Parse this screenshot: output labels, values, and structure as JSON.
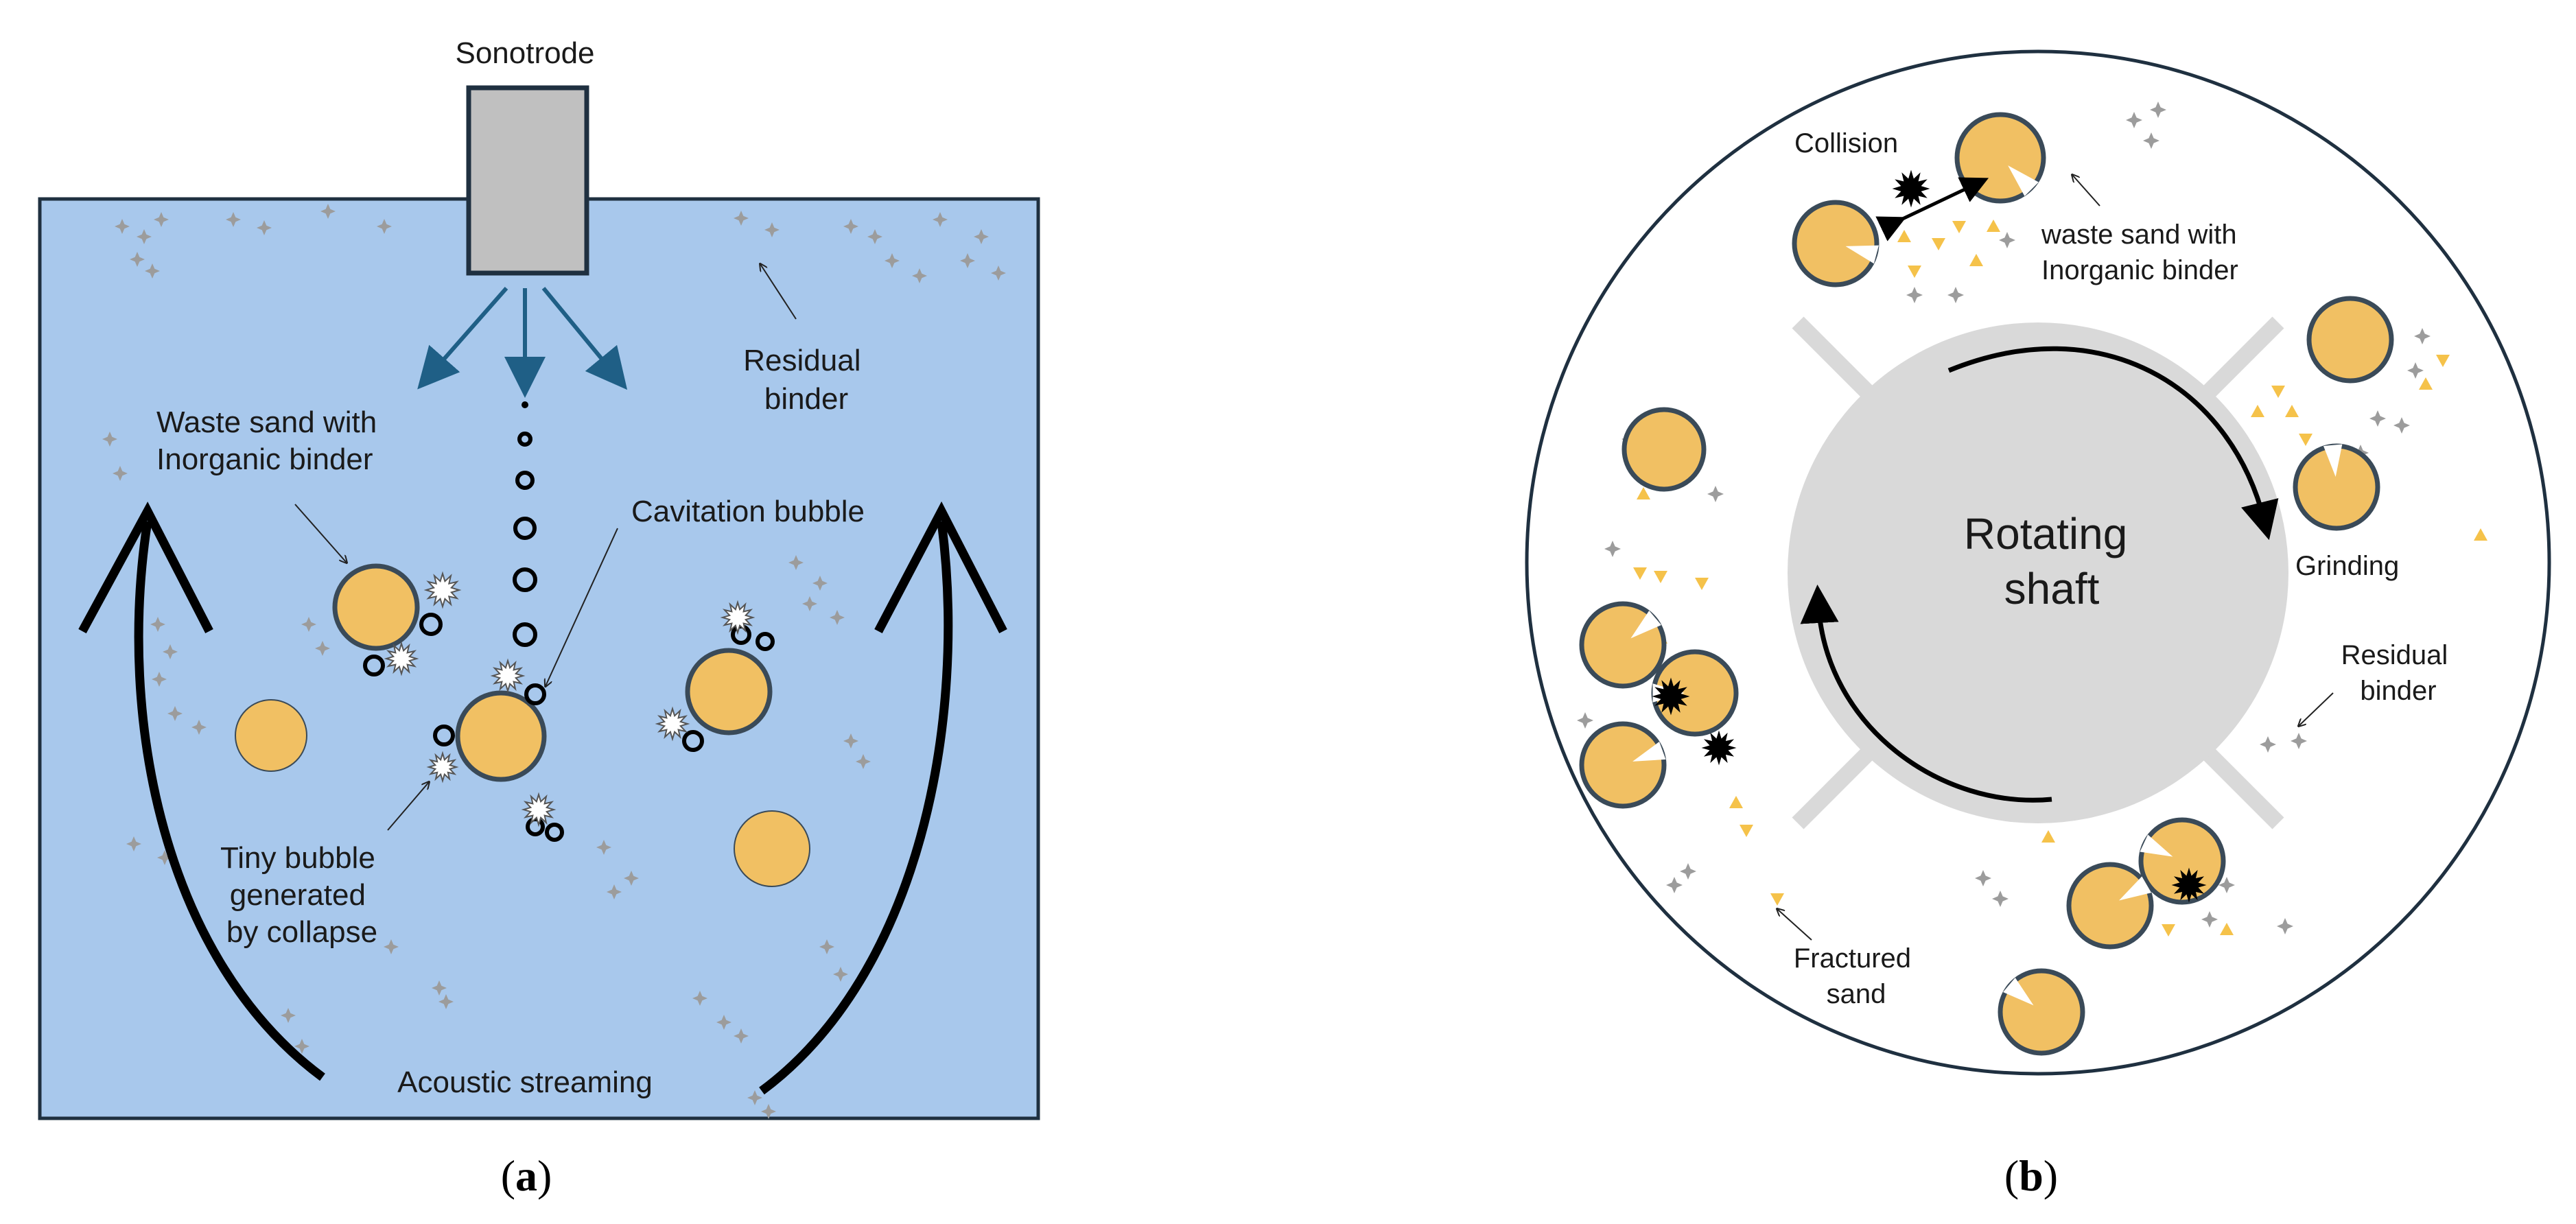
{
  "colors": {
    "water": "#a8c8ec",
    "outline": "#1f3040",
    "sand": "#f1c063",
    "sand_stroke": "#3a4a58",
    "binder": "#9c9c9c",
    "fragment": "#f5c24a",
    "arrow_blue": "#1f5f86",
    "shaft": "#d9d9d9",
    "blade": "#d9d9d9",
    "sonotrode": "#c0c0c0"
  },
  "panel_a": {
    "tag_open": "(",
    "tag_letter": "a",
    "tag_close": ")",
    "sonotrode": "Sonotrode",
    "residual_binder": [
      "Residual",
      "binder"
    ],
    "waste_sand": [
      "Waste sand with",
      "Inorganic binder"
    ],
    "cavitation_bubble": "Cavitation bubble",
    "tiny_bubble": [
      "Tiny bubble",
      "generated",
      "by collapse"
    ],
    "acoustic_streaming": "Acoustic streaming"
  },
  "panel_b": {
    "tag_open": "(",
    "tag_letter": "b",
    "tag_close": ")",
    "rotating_shaft": [
      "Rotating",
      "shaft"
    ],
    "collision": "Collision",
    "waste_sand": [
      "waste sand with",
      "Inorganic binder"
    ],
    "grinding": "Grinding",
    "residual_binder": [
      "Residual",
      "binder"
    ],
    "fractured_sand": [
      "Fractured",
      "sand"
    ]
  },
  "icons": {
    "binder_particle": "sparkle-icon",
    "sand_grain": "circle-icon",
    "bubble": "ring-icon",
    "burst": "burst-icon"
  }
}
